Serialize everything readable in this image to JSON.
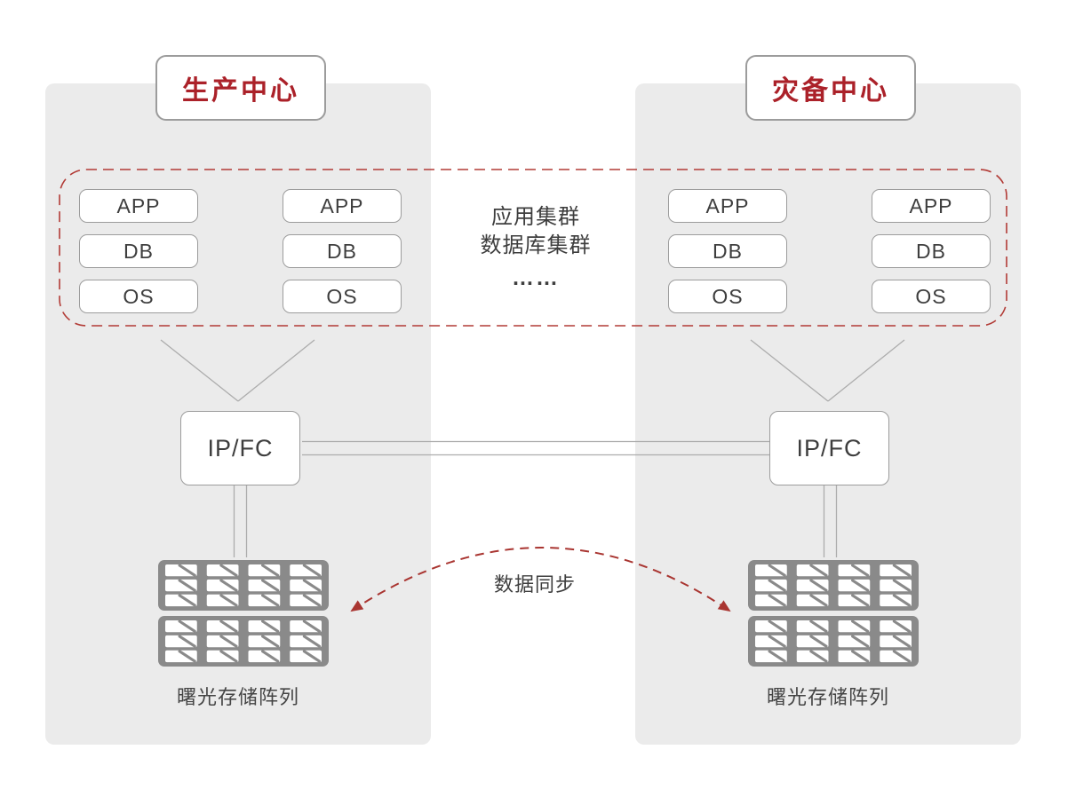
{
  "colors": {
    "accent_red": "#AB2129",
    "dashed_red": "#B23B36",
    "sync_red": "#A93531",
    "panel_gray": "#EBEBEB",
    "border_gray": "#9C9C9C",
    "line_gray": "#ACACAC",
    "icon_gray": "#8A8A8A",
    "text_dark": "#3E3E3E"
  },
  "production": {
    "title": "生产中心",
    "switch_label": "IP/FC",
    "storage_label": "曙光存储阵列",
    "stacks": [
      [
        "APP",
        "DB",
        "OS"
      ],
      [
        "APP",
        "DB",
        "OS"
      ]
    ]
  },
  "disaster": {
    "title": "灾备中心",
    "switch_label": "IP/FC",
    "storage_label": "曙光存储阵列",
    "stacks": [
      [
        "APP",
        "DB",
        "OS"
      ],
      [
        "APP",
        "DB",
        "OS"
      ]
    ]
  },
  "cluster_note": {
    "line1": "应用集群",
    "line2": "数据库集群",
    "line3": "……"
  },
  "sync": {
    "label": "数据同步"
  }
}
